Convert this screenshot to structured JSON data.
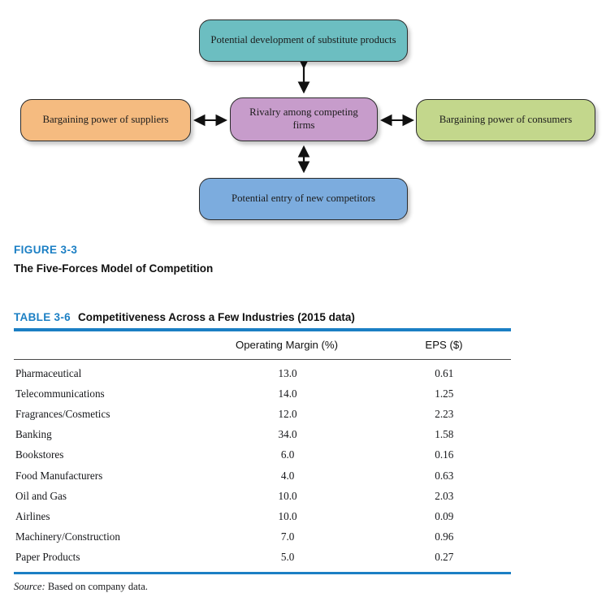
{
  "diagram": {
    "nodes": [
      {
        "id": "substitutes",
        "label": "Potential development of substitute products",
        "color": "#6cbec1"
      },
      {
        "id": "suppliers",
        "label": "Bargaining power of suppliers",
        "color": "#f5bb80"
      },
      {
        "id": "rivalry",
        "label": "Rivalry among competing firms",
        "color": "#c79ccb"
      },
      {
        "id": "consumers",
        "label": "Bargaining power of consumers",
        "color": "#c3d78c"
      },
      {
        "id": "entrants",
        "label": "Potential entry of new competitors",
        "color": "#7cacde"
      }
    ],
    "connectors": [
      {
        "from": "rivalry",
        "to": "substitutes",
        "style": "double-headed-arrow"
      },
      {
        "from": "rivalry",
        "to": "entrants",
        "style": "double-headed-arrow"
      },
      {
        "from": "rivalry",
        "to": "suppliers",
        "style": "double-headed-arrow"
      },
      {
        "from": "rivalry",
        "to": "consumers",
        "style": "double-headed-arrow"
      }
    ]
  },
  "figure": {
    "number": "FIGURE 3-3",
    "title": "The Five-Forces Model of Competition",
    "accent_color": "#1b7fc4"
  },
  "table": {
    "number": "TABLE 3-6",
    "title": "Competitiveness Across a Few Industries (2015 data)",
    "accent_color": "#1b7fc4",
    "columns": [
      "",
      "Operating Margin (%)",
      "EPS ($)"
    ],
    "rows": [
      {
        "industry": "Pharmaceutical",
        "operating_margin": "13.0",
        "eps": "0.61"
      },
      {
        "industry": "Telecommunications",
        "operating_margin": "14.0",
        "eps": "1.25"
      },
      {
        "industry": "Fragrances/Cosmetics",
        "operating_margin": "12.0",
        "eps": "2.23"
      },
      {
        "industry": "Banking",
        "operating_margin": "34.0",
        "eps": "1.58"
      },
      {
        "industry": "Bookstores",
        "operating_margin": "6.0",
        "eps": "0.16"
      },
      {
        "industry": "Food Manufacturers",
        "operating_margin": "4.0",
        "eps": "0.63"
      },
      {
        "industry": "Oil and Gas",
        "operating_margin": "10.0",
        "eps": "2.03"
      },
      {
        "industry": "Airlines",
        "operating_margin": "10.0",
        "eps": "0.09"
      },
      {
        "industry": "Machinery/Construction",
        "operating_margin": "7.0",
        "eps": "0.96"
      },
      {
        "industry": "Paper Products",
        "operating_margin": "5.0",
        "eps": "0.27"
      }
    ],
    "source_label": "Source:",
    "source_text": " Based on company data."
  },
  "chart_data": {
    "type": "table",
    "title": "Competitiveness Across a Few Industries (2015 data)",
    "categories": [
      "Pharmaceutical",
      "Telecommunications",
      "Fragrances/Cosmetics",
      "Banking",
      "Bookstores",
      "Food Manufacturers",
      "Oil and Gas",
      "Airlines",
      "Machinery/Construction",
      "Paper Products"
    ],
    "series": [
      {
        "name": "Operating Margin (%)",
        "values": [
          13.0,
          14.0,
          12.0,
          34.0,
          6.0,
          4.0,
          10.0,
          10.0,
          7.0,
          5.0
        ]
      },
      {
        "name": "EPS ($)",
        "values": [
          0.61,
          1.25,
          2.23,
          1.58,
          0.16,
          0.63,
          2.03,
          0.09,
          0.96,
          0.27
        ]
      }
    ],
    "xlabel": "",
    "ylabel": ""
  }
}
